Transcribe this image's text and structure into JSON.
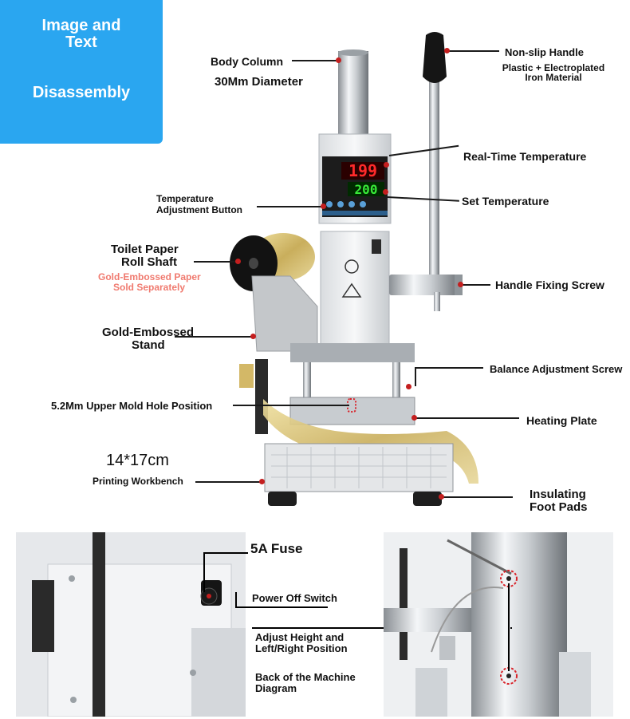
{
  "badge": {
    "line1": "Image and",
    "line2": "Text",
    "line3": "Disassembly"
  },
  "labels": {
    "body_column_1": "Body Column",
    "body_column_2": "30Mm Diameter",
    "handle_1": "Non-slip Handle",
    "handle_2": "Plastic + Electroplated",
    "handle_3": "Iron Material",
    "real_time_temp": "Real-Time Temperature",
    "set_temp": "Set Temperature",
    "temp_button_1": "Temperature",
    "temp_button_2": "Adjustment Button",
    "roll_shaft_1": "Toilet Paper",
    "roll_shaft_2": "Roll Shaft",
    "roll_note_1": "Gold-Embossed Paper",
    "roll_note_2": "Sold Separately",
    "handle_screw": "Handle Fixing Screw",
    "stand_1": "Gold-Embossed",
    "stand_2": "Stand",
    "balance_screw": "Balance Adjustment Screw",
    "mold_hole": "5.2Mm Upper Mold Hole Position",
    "heating_plate": "Heating Plate",
    "size": "14*17cm",
    "workbench": "Printing Workbench",
    "foot_1": "Insulating",
    "foot_2": "Foot Pads",
    "fuse": "5A Fuse",
    "power_switch": "Power Off Switch",
    "adjust_1": "Adjust Height and",
    "adjust_2": "Left/Right Position",
    "back_1": "Back of the Machine",
    "back_2": "Diagram"
  },
  "display": {
    "real": "199",
    "set": "200"
  },
  "colors": {
    "badge": "#2aa6f0",
    "display_red": "#ff2a2a",
    "display_green": "#38e838",
    "note": "#f07a6f",
    "foil": "#d8c27a"
  }
}
